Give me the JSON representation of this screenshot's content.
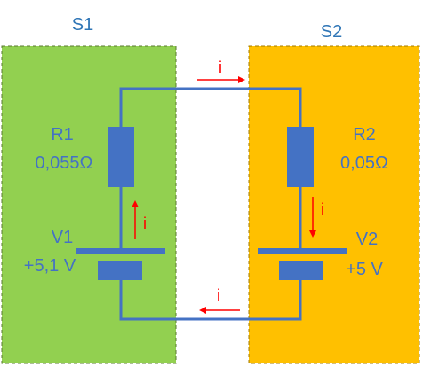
{
  "systems": {
    "s1": {
      "title": "S1",
      "color": "#92d050"
    },
    "s2": {
      "title": "S2",
      "color": "#ffc000"
    }
  },
  "components": {
    "r1": {
      "name": "R1",
      "value": "0,055Ω"
    },
    "r2": {
      "name": "R2",
      "value": "0,05Ω"
    },
    "v1": {
      "name": "V1",
      "value": "+5,1 V"
    },
    "v2": {
      "name": "V2",
      "value": "+5 V"
    }
  },
  "currents": {
    "top": "i",
    "left": "i",
    "right": "i",
    "bottom": "i"
  },
  "colors": {
    "wire": "#4472c4",
    "component": "#4472c4",
    "label": "#4472c4",
    "arrow": "#ff0000",
    "title": "#2e75b6"
  }
}
